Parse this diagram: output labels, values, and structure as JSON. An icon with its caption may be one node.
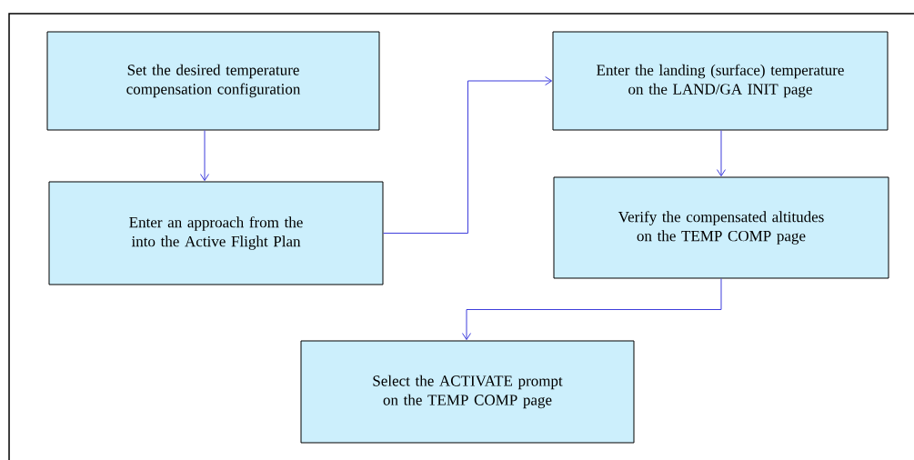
{
  "diagram": {
    "nodes": [
      {
        "text": [
          "Set the desired temperature compensation configuration"
        ]
      },
      {
        "text": [
          "Enter an approach from the into the Active Flight Plan"
        ]
      },
      {
        "text": [
          "Enter the landing (surface) temperature on the LAND/GA INIT page"
        ]
      },
      {
        "text": [
          "Verify the compensated altitudes on the TEMP COMP page"
        ]
      },
      {
        "text": [
          "Select the ACTIVATE prompt on the TEMP COMP page"
        ]
      }
    ],
    "edges": [
      {
        "from": 0,
        "to": 1,
        "arrow": "to"
      },
      {
        "from": 1,
        "to": 2,
        "arrow": "to"
      },
      {
        "from": 2,
        "to": 3,
        "arrow": "to"
      },
      {
        "from": 3,
        "to": 4,
        "arrow": "to"
      }
    ]
  }
}
